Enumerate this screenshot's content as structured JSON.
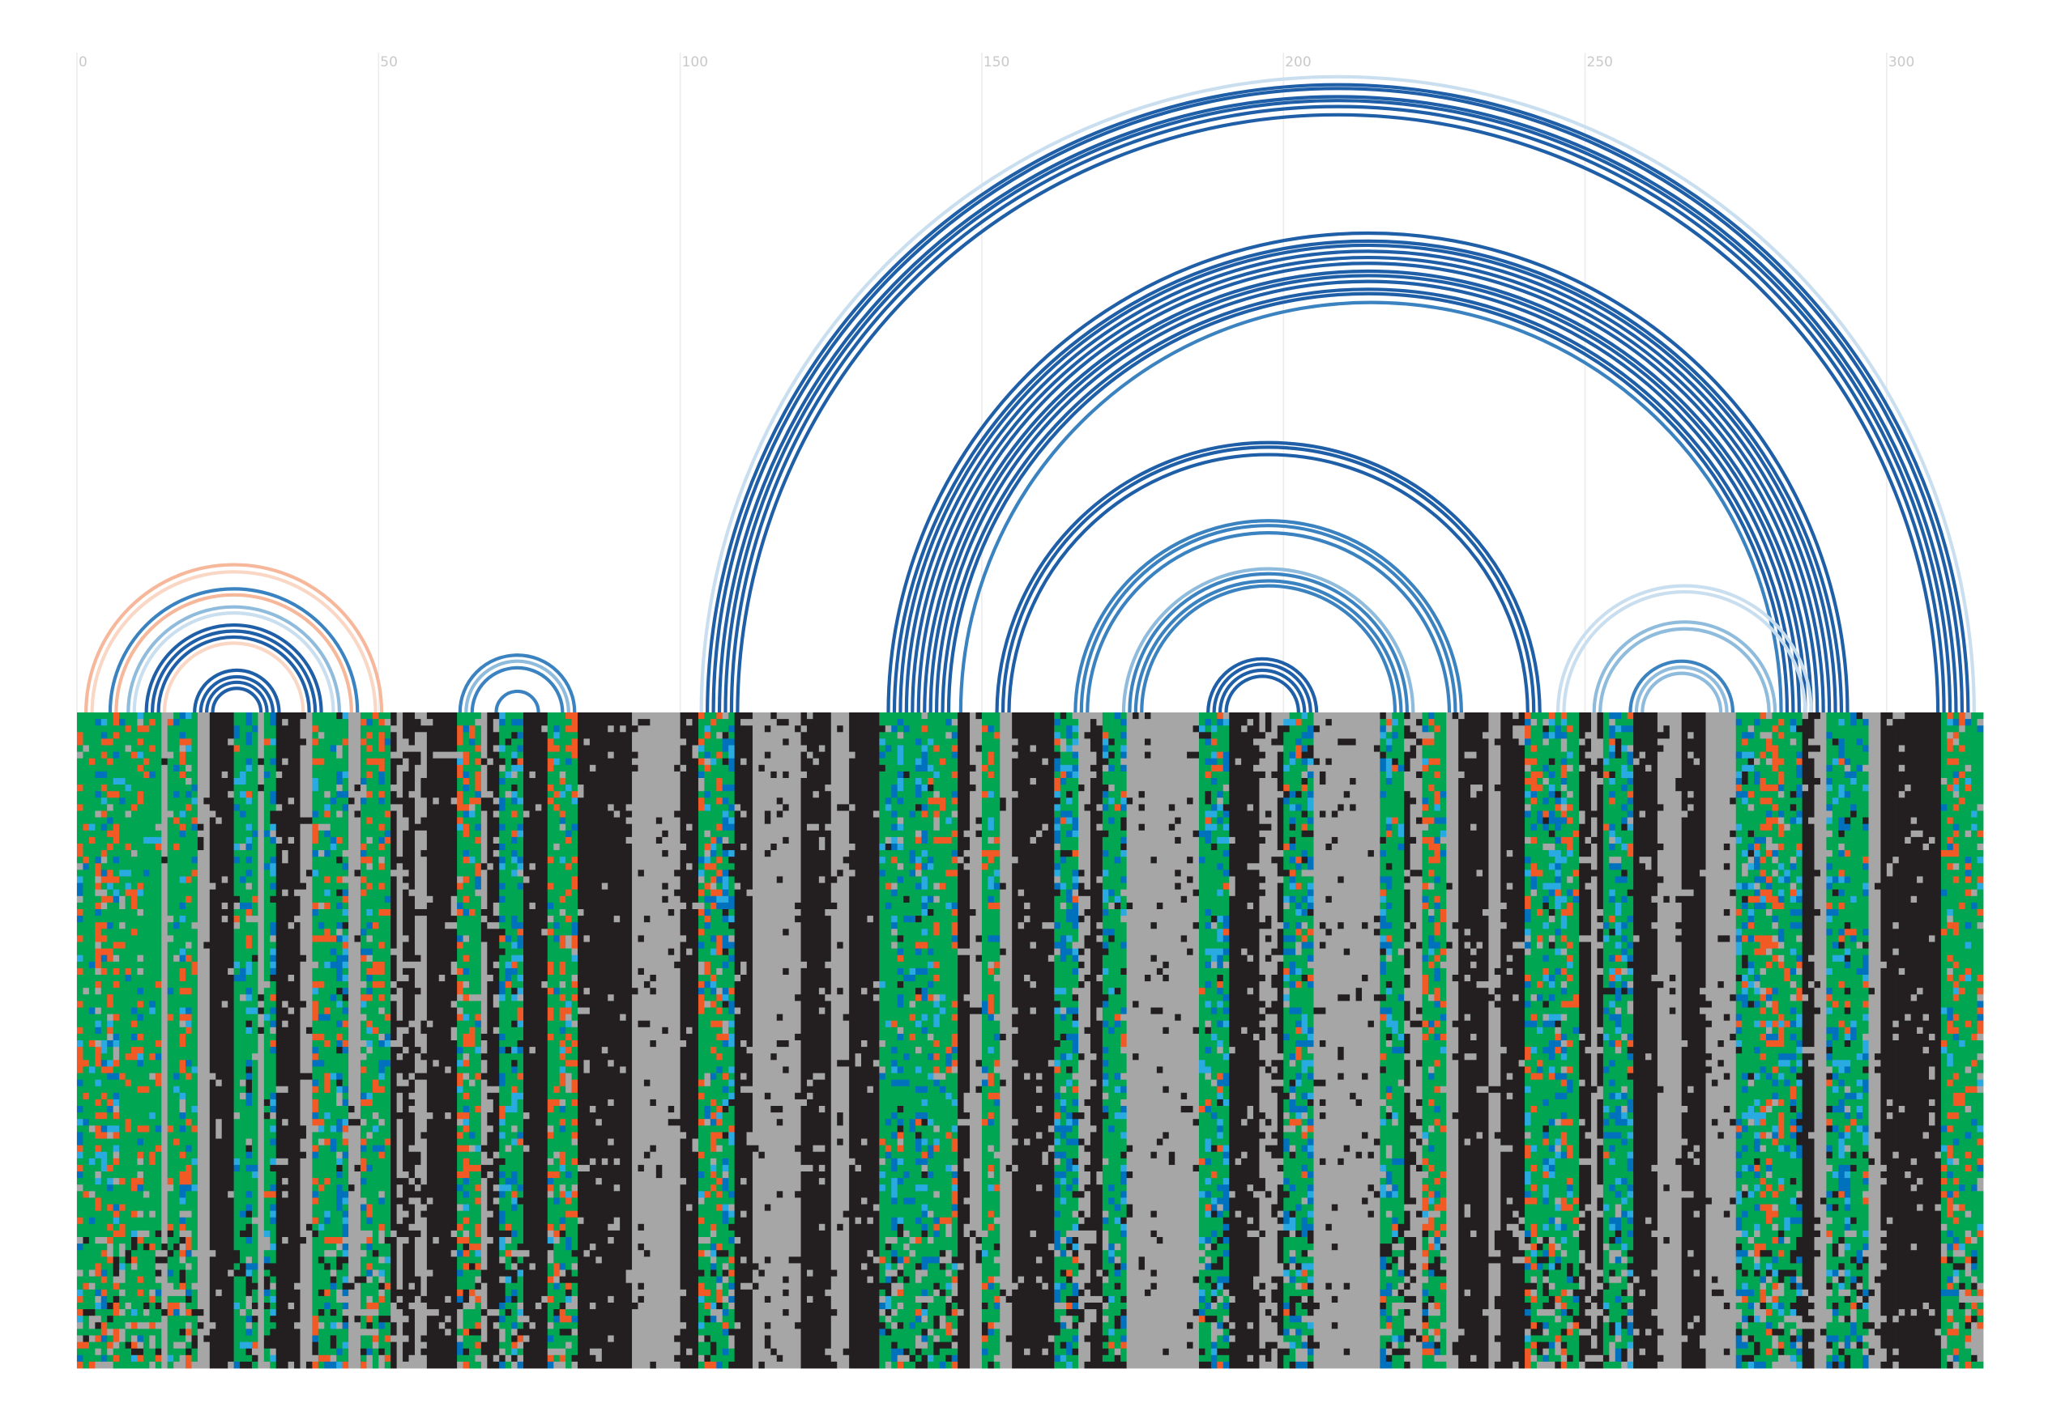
{
  "chart_data": {
    "type": "arc-diagram-with-alignment-heatmap",
    "title": "",
    "xlabel": "",
    "ylabel": "",
    "xlim": [
      0,
      316
    ],
    "x_ticks": [
      0,
      50,
      100,
      150,
      200,
      250,
      300
    ],
    "x_tick_labels": [
      "0",
      "50",
      "100",
      "150",
      "200",
      "250",
      "300"
    ],
    "grid": true,
    "legend": "none",
    "arc_colors": {
      "strong": "#1f5fa8",
      "medium": "#3b83c0",
      "light": "#8fbcdc",
      "faint": "#c9dff0",
      "salmon": "#f6b79a",
      "pale_salmon": "#fad6c4"
    },
    "arcs": [
      {
        "i": 1,
        "j": 50,
        "color": "salmon"
      },
      {
        "i": 2,
        "j": 49,
        "color": "pale_salmon"
      },
      {
        "i": 5,
        "j": 46,
        "color": "medium"
      },
      {
        "i": 6,
        "j": 45,
        "color": "salmon"
      },
      {
        "i": 8,
        "j": 43,
        "color": "light"
      },
      {
        "i": 9,
        "j": 42,
        "color": "faint"
      },
      {
        "i": 11,
        "j": 40,
        "color": "strong"
      },
      {
        "i": 12,
        "j": 39,
        "color": "strong"
      },
      {
        "i": 13,
        "j": 38,
        "color": "strong"
      },
      {
        "i": 14,
        "j": 37,
        "color": "pale_salmon"
      },
      {
        "i": 19,
        "j": 33,
        "color": "strong"
      },
      {
        "i": 20,
        "j": 32,
        "color": "strong"
      },
      {
        "i": 21,
        "j": 31,
        "color": "strong"
      },
      {
        "i": 22,
        "j": 30,
        "color": "strong"
      },
      {
        "i": 63,
        "j": 82,
        "color": "medium"
      },
      {
        "i": 64,
        "j": 81,
        "color": "light"
      },
      {
        "i": 65,
        "j": 80,
        "color": "medium"
      },
      {
        "i": 69,
        "j": 76,
        "color": "medium"
      },
      {
        "i": 103,
        "j": 314,
        "color": "faint"
      },
      {
        "i": 104,
        "j": 313,
        "color": "strong"
      },
      {
        "i": 105,
        "j": 312,
        "color": "strong"
      },
      {
        "i": 106,
        "j": 311,
        "color": "strong"
      },
      {
        "i": 107,
        "j": 310,
        "color": "strong"
      },
      {
        "i": 108,
        "j": 309,
        "color": "strong"
      },
      {
        "i": 109,
        "j": 308,
        "color": "strong"
      },
      {
        "i": 134,
        "j": 293,
        "color": "strong"
      },
      {
        "i": 135,
        "j": 292,
        "color": "strong"
      },
      {
        "i": 136,
        "j": 291,
        "color": "strong"
      },
      {
        "i": 137,
        "j": 290,
        "color": "strong"
      },
      {
        "i": 138,
        "j": 289,
        "color": "strong"
      },
      {
        "i": 139,
        "j": 288,
        "color": "strong"
      },
      {
        "i": 140,
        "j": 287,
        "color": "strong"
      },
      {
        "i": 141,
        "j": 286,
        "color": "strong"
      },
      {
        "i": 142,
        "j": 285,
        "color": "strong"
      },
      {
        "i": 143,
        "j": 284,
        "color": "strong"
      },
      {
        "i": 144,
        "j": 283,
        "color": "strong"
      },
      {
        "i": 146,
        "j": 282,
        "color": "medium"
      },
      {
        "i": 152,
        "j": 242,
        "color": "strong"
      },
      {
        "i": 153,
        "j": 241,
        "color": "strong"
      },
      {
        "i": 154,
        "j": 240,
        "color": "strong"
      },
      {
        "i": 165,
        "j": 229,
        "color": "medium"
      },
      {
        "i": 166,
        "j": 228,
        "color": "medium"
      },
      {
        "i": 167,
        "j": 227,
        "color": "medium"
      },
      {
        "i": 173,
        "j": 221,
        "color": "light"
      },
      {
        "i": 174,
        "j": 220,
        "color": "medium"
      },
      {
        "i": 175,
        "j": 219,
        "color": "medium"
      },
      {
        "i": 176,
        "j": 218,
        "color": "medium"
      },
      {
        "i": 187,
        "j": 205,
        "color": "strong"
      },
      {
        "i": 188,
        "j": 204,
        "color": "strong"
      },
      {
        "i": 189,
        "j": 203,
        "color": "strong"
      },
      {
        "i": 190,
        "j": 202,
        "color": "strong"
      },
      {
        "i": 245,
        "j": 287,
        "color": "faint"
      },
      {
        "i": 246,
        "j": 286,
        "color": "faint"
      },
      {
        "i": 251,
        "j": 281,
        "color": "light"
      },
      {
        "i": 252,
        "j": 280,
        "color": "light"
      },
      {
        "i": 257,
        "j": 274,
        "color": "medium"
      },
      {
        "i": 258,
        "j": 273,
        "color": "light"
      },
      {
        "i": 259,
        "j": 272,
        "color": "light"
      }
    ],
    "alignment": {
      "rows": 100,
      "columns": 316,
      "color_legend": {
        "conserved": "#00a651",
        "variant_orange": "#f15a24",
        "variant_blue": "#0071bc",
        "variant_cyan": "#29abe2",
        "unpaired_black": "#231f20",
        "gap_gray": "#a6a6a6"
      },
      "column_segments": [
        {
          "from": 0,
          "to": 14,
          "type": "mixG"
        },
        {
          "from": 14,
          "to": 15,
          "type": "gray"
        },
        {
          "from": 15,
          "to": 20,
          "type": "mixG"
        },
        {
          "from": 20,
          "to": 22,
          "type": "gray"
        },
        {
          "from": 22,
          "to": 26,
          "type": "black"
        },
        {
          "from": 26,
          "to": 30,
          "type": "mixB"
        },
        {
          "from": 30,
          "to": 31,
          "type": "gray"
        },
        {
          "from": 31,
          "to": 33,
          "type": "mixB"
        },
        {
          "from": 33,
          "to": 37,
          "type": "black"
        },
        {
          "from": 37,
          "to": 39,
          "type": "gray"
        },
        {
          "from": 39,
          "to": 42,
          "type": "mixG"
        },
        {
          "from": 42,
          "to": 45,
          "type": "mixB"
        },
        {
          "from": 45,
          "to": 47,
          "type": "gray"
        },
        {
          "from": 47,
          "to": 52,
          "type": "mixG"
        },
        {
          "from": 52,
          "to": 58,
          "type": "grayblack"
        },
        {
          "from": 58,
          "to": 63,
          "type": "black"
        },
        {
          "from": 63,
          "to": 67,
          "type": "mixG"
        },
        {
          "from": 67,
          "to": 70,
          "type": "grayblack"
        },
        {
          "from": 70,
          "to": 74,
          "type": "mixB"
        },
        {
          "from": 74,
          "to": 78,
          "type": "black"
        },
        {
          "from": 78,
          "to": 83,
          "type": "mixG"
        },
        {
          "from": 83,
          "to": 92,
          "type": "black"
        },
        {
          "from": 92,
          "to": 100,
          "type": "gray"
        },
        {
          "from": 100,
          "to": 103,
          "type": "black"
        },
        {
          "from": 103,
          "to": 107,
          "type": "mixG"
        },
        {
          "from": 107,
          "to": 109,
          "type": "mixB"
        },
        {
          "from": 109,
          "to": 112,
          "type": "black"
        },
        {
          "from": 112,
          "to": 120,
          "type": "gray"
        },
        {
          "from": 120,
          "to": 125,
          "type": "black"
        },
        {
          "from": 125,
          "to": 128,
          "type": "gray"
        },
        {
          "from": 128,
          "to": 133,
          "type": "black"
        },
        {
          "from": 133,
          "to": 142,
          "type": "mixB"
        },
        {
          "from": 142,
          "to": 146,
          "type": "mixG"
        },
        {
          "from": 146,
          "to": 148,
          "type": "black"
        },
        {
          "from": 148,
          "to": 150,
          "type": "gray"
        },
        {
          "from": 150,
          "to": 153,
          "type": "mixG"
        },
        {
          "from": 153,
          "to": 155,
          "type": "gray"
        },
        {
          "from": 155,
          "to": 162,
          "type": "black"
        },
        {
          "from": 162,
          "to": 166,
          "type": "mixB"
        },
        {
          "from": 166,
          "to": 170,
          "type": "grayblack"
        },
        {
          "from": 170,
          "to": 174,
          "type": "mixB"
        },
        {
          "from": 174,
          "to": 186,
          "type": "gray"
        },
        {
          "from": 186,
          "to": 191,
          "type": "mixB"
        },
        {
          "from": 191,
          "to": 196,
          "type": "black"
        },
        {
          "from": 196,
          "to": 200,
          "type": "grayblack"
        },
        {
          "from": 200,
          "to": 205,
          "type": "mixB"
        },
        {
          "from": 205,
          "to": 216,
          "type": "gray"
        },
        {
          "from": 216,
          "to": 220,
          "type": "mixB"
        },
        {
          "from": 220,
          "to": 223,
          "type": "grayblack"
        },
        {
          "from": 223,
          "to": 227,
          "type": "mixG"
        },
        {
          "from": 227,
          "to": 229,
          "type": "gray"
        },
        {
          "from": 229,
          "to": 234,
          "type": "black"
        },
        {
          "from": 234,
          "to": 236,
          "type": "gray"
        },
        {
          "from": 236,
          "to": 240,
          "type": "black"
        },
        {
          "from": 240,
          "to": 243,
          "type": "mixG"
        },
        {
          "from": 243,
          "to": 246,
          "type": "mixB"
        },
        {
          "from": 246,
          "to": 249,
          "type": "mixG"
        },
        {
          "from": 249,
          "to": 253,
          "type": "grayblack"
        },
        {
          "from": 253,
          "to": 258,
          "type": "mixB"
        },
        {
          "from": 258,
          "to": 262,
          "type": "black"
        },
        {
          "from": 262,
          "to": 266,
          "type": "gray"
        },
        {
          "from": 266,
          "to": 270,
          "type": "black"
        },
        {
          "from": 270,
          "to": 275,
          "type": "gray"
        },
        {
          "from": 275,
          "to": 279,
          "type": "mixB"
        },
        {
          "from": 279,
          "to": 283,
          "type": "mixG"
        },
        {
          "from": 283,
          "to": 286,
          "type": "mixB"
        },
        {
          "from": 286,
          "to": 288,
          "type": "black"
        },
        {
          "from": 288,
          "to": 290,
          "type": "gray"
        },
        {
          "from": 290,
          "to": 297,
          "type": "mixB"
        },
        {
          "from": 297,
          "to": 299,
          "type": "gray"
        },
        {
          "from": 299,
          "to": 303,
          "type": "black"
        },
        {
          "from": 303,
          "to": 309,
          "type": "black"
        },
        {
          "from": 309,
          "to": 316,
          "type": "mixG"
        }
      ]
    }
  }
}
